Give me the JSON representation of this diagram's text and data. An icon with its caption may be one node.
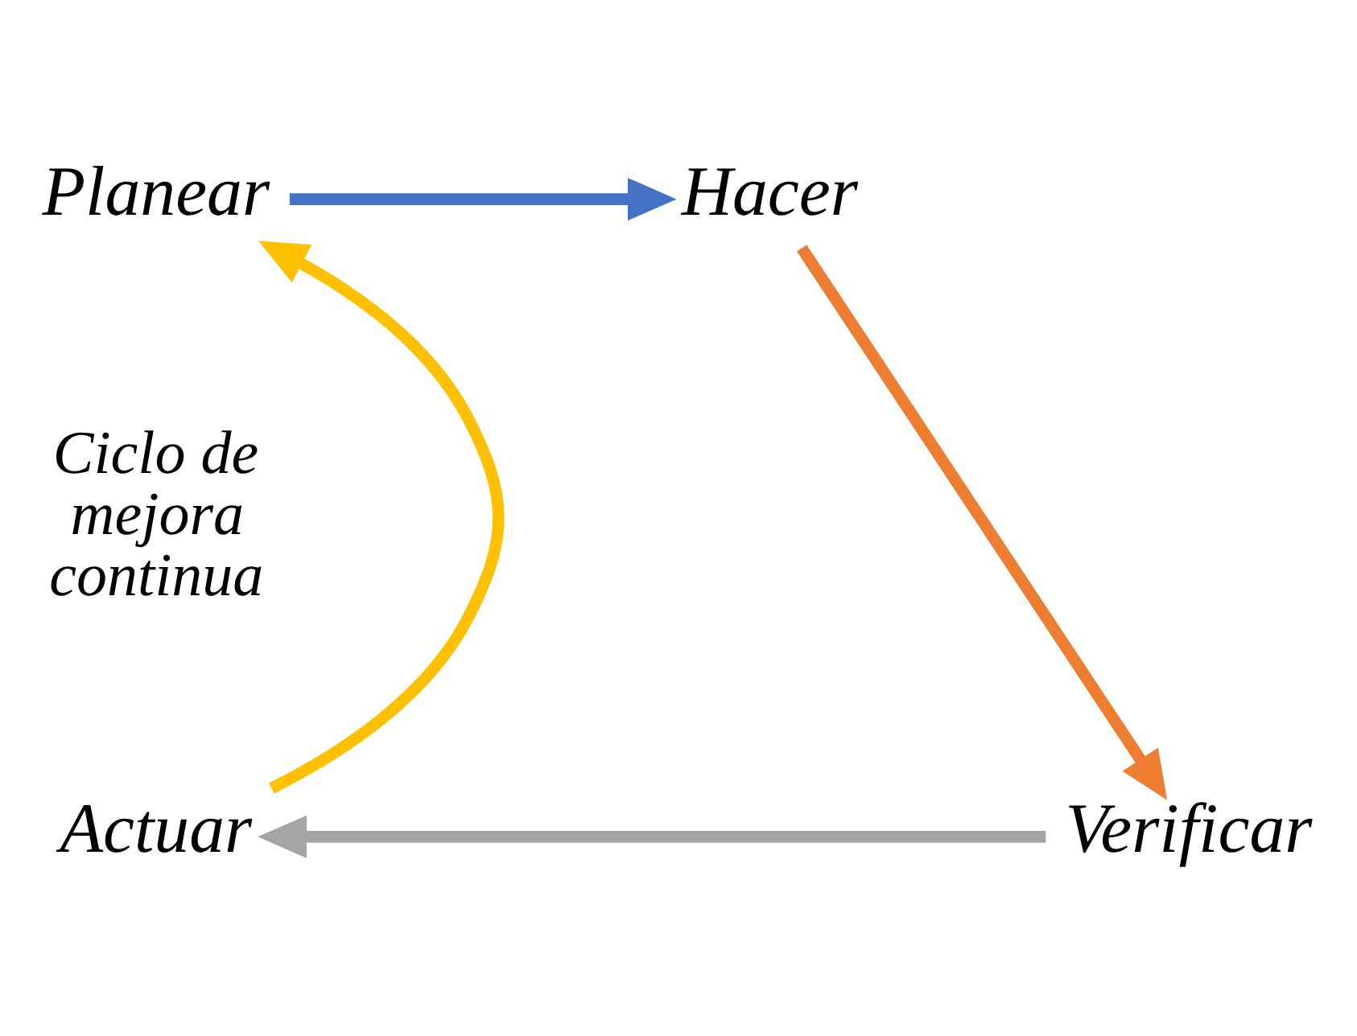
{
  "diagram": {
    "nodes": [
      {
        "text": [
          "Planear"
        ]
      },
      {
        "text": [
          "Hacer"
        ]
      },
      {
        "text": [
          "Verificar"
        ]
      },
      {
        "text": [
          "Actuar"
        ]
      }
    ],
    "edges": [
      {
        "from": 0,
        "to": 1,
        "arrow": "to",
        "color": "#4472c4"
      },
      {
        "from": 1,
        "to": 2,
        "arrow": "to",
        "color": "#ed7d31"
      },
      {
        "from": 2,
        "to": 3,
        "arrow": "to",
        "color": "#a5a5a5"
      },
      {
        "from": 3,
        "to": 0,
        "arrow": "to",
        "color": "#ffc000"
      }
    ],
    "labels": [
      "Ciclo de mejora continua"
    ]
  }
}
